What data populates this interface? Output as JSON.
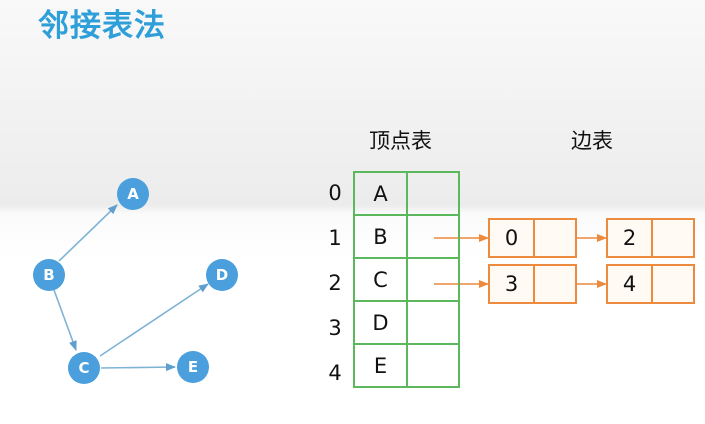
{
  "title": "邻接表法",
  "headers": {
    "vertex_table": "顶点表",
    "edge_table": "边表"
  },
  "graph": {
    "nodes": [
      "A",
      "B",
      "C",
      "D",
      "E"
    ]
  },
  "vertex_table": {
    "indices": [
      "0",
      "1",
      "2",
      "3",
      "4"
    ],
    "vertices": [
      "A",
      "B",
      "C",
      "D",
      "E"
    ]
  },
  "edge_table": {
    "row1": [
      "0",
      "2"
    ],
    "row2": [
      "3",
      "4"
    ]
  },
  "colors": {
    "title": "#2f9fda",
    "node_fill": "#4a9fdc",
    "edge_line": "#7fb3d6",
    "vertex_table_border": "#5cb85c",
    "edge_node_border": "#ec8a3d"
  }
}
